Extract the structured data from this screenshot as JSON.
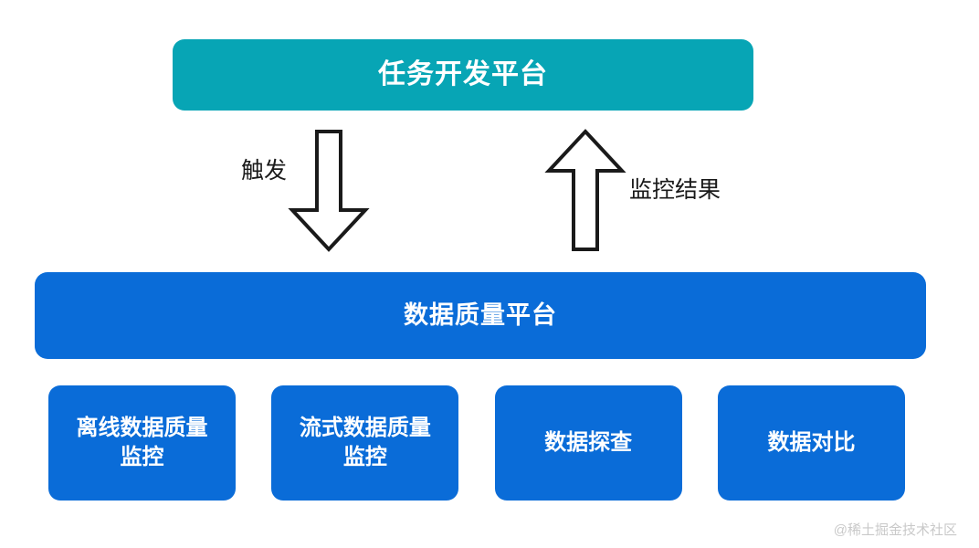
{
  "diagram": {
    "top_platform": {
      "label": "任务开发平台",
      "color": "#07A5B5"
    },
    "connectors": [
      {
        "name": "trigger-arrow",
        "label": "触发",
        "direction": "down",
        "from": "任务开发平台",
        "to": "数据质量平台"
      },
      {
        "name": "result-arrow",
        "label": "监控结果",
        "direction": "up",
        "from": "数据质量平台",
        "to": "任务开发平台"
      }
    ],
    "main_platform": {
      "label": "数据质量平台",
      "color": "#0A6CD8"
    },
    "modules": [
      {
        "label": "离线数据质量\n监控"
      },
      {
        "label": "流式数据质量\n监控"
      },
      {
        "label": "数据探查"
      },
      {
        "label": "数据对比"
      }
    ],
    "watermark": "@稀土掘金技术社区"
  }
}
